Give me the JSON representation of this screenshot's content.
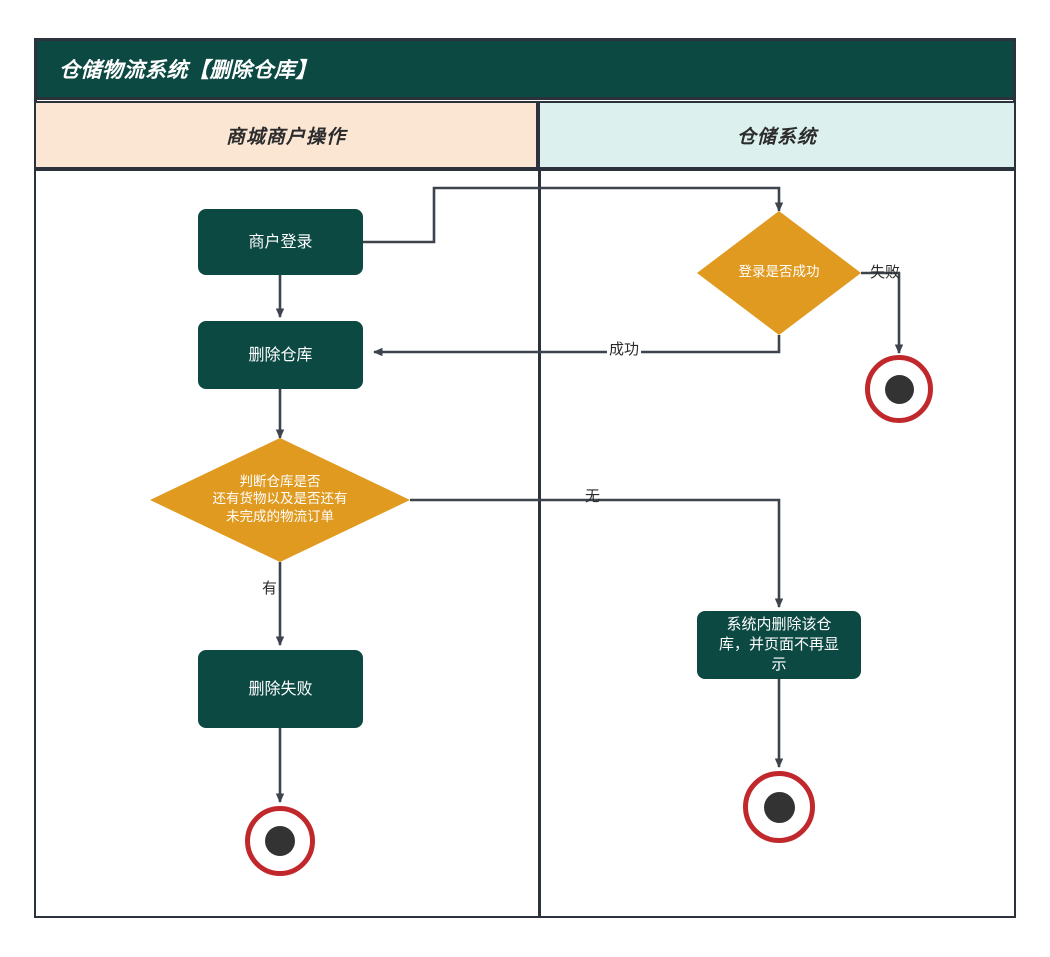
{
  "diagram": {
    "title": "仓储物流系统【删除仓库】",
    "colors": {
      "title_bar": "#0d4943",
      "process": "#0d4943",
      "decision": "#e09a20",
      "end_ring": "#c0282c",
      "end_core": "#333333",
      "lane_left_header": "#fbe6d4",
      "lane_right_header": "#dcf1ee",
      "border": "#2b323c",
      "connector": "#3d444d"
    },
    "lanes": [
      {
        "id": "lane-merchant",
        "label": "商城商户操作"
      },
      {
        "id": "lane-warehouse",
        "label": "仓储系统"
      }
    ],
    "nodes": [
      {
        "id": "merchant-login",
        "type": "process",
        "label": "商户登录",
        "lane": "lane-merchant"
      },
      {
        "id": "delete-warehouse",
        "type": "process",
        "label": "删除仓库",
        "lane": "lane-merchant"
      },
      {
        "id": "check-warehouse",
        "type": "decision",
        "label": "判断仓库是否\n还有货物以及是否还有\n未完成的物流订单",
        "lane": "lane-merchant"
      },
      {
        "id": "delete-failed",
        "type": "process",
        "label": "删除失败",
        "lane": "lane-merchant"
      },
      {
        "id": "end-left",
        "type": "end",
        "label": "",
        "lane": "lane-merchant"
      },
      {
        "id": "login-success",
        "type": "decision",
        "label": "登录是否成功",
        "lane": "lane-warehouse"
      },
      {
        "id": "end-right-fail",
        "type": "end",
        "label": "",
        "lane": "lane-warehouse"
      },
      {
        "id": "system-delete",
        "type": "process",
        "label": "系统内删除该仓\n库，并页面不再显\n示",
        "lane": "lane-warehouse"
      },
      {
        "id": "end-right-done",
        "type": "end",
        "label": "",
        "lane": "lane-warehouse"
      }
    ],
    "edges": [
      {
        "id": "edge-login-to-check",
        "from": "merchant-login",
        "to": "login-success",
        "label": ""
      },
      {
        "id": "edge-login-fail",
        "from": "login-success",
        "to": "end-right-fail",
        "label": "失败"
      },
      {
        "id": "edge-login-success",
        "from": "login-success",
        "to": "delete-warehouse",
        "label": "成功"
      },
      {
        "id": "edge-login-to-delete",
        "from": "merchant-login",
        "to": "delete-warehouse",
        "label": ""
      },
      {
        "id": "edge-delete-to-check",
        "from": "delete-warehouse",
        "to": "check-warehouse",
        "label": ""
      },
      {
        "id": "edge-check-yes",
        "from": "check-warehouse",
        "to": "delete-failed",
        "label": "有"
      },
      {
        "id": "edge-check-none",
        "from": "check-warehouse",
        "to": "system-delete",
        "label": "无"
      },
      {
        "id": "edge-failed-to-end",
        "from": "delete-failed",
        "to": "end-left",
        "label": ""
      },
      {
        "id": "edge-system-to-end",
        "from": "system-delete",
        "to": "end-right-done",
        "label": ""
      }
    ]
  }
}
